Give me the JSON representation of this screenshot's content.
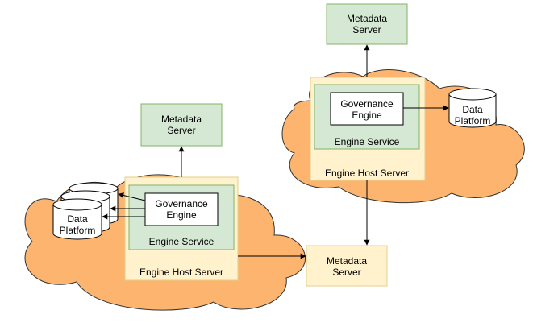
{
  "colors": {
    "cloud_fill": "#fdb46e",
    "cloud_stroke": "#333333",
    "host_fill": "#fff2cc",
    "host_stroke": "#e3cf8a",
    "service_fill": "#d5e8d4",
    "service_stroke": "#82b366",
    "metadata_green_fill": "#d5e8d4",
    "metadata_green_stroke": "#82b366",
    "metadata_yellow_fill": "#fff2cc",
    "metadata_yellow_stroke": "#e6cf8c",
    "engine_fill": "#ffffff",
    "line": "#000000"
  },
  "left": {
    "metadata_server": [
      "Metadata",
      "Server"
    ],
    "host_label": "Engine Host Server",
    "service_label": "Engine Service",
    "engine": [
      "Governance",
      "Engine"
    ],
    "data_platform": [
      "Data",
      "Platform"
    ]
  },
  "right": {
    "metadata_server": [
      "Metadata",
      "Server"
    ],
    "host_label": "Engine Host Server",
    "service_label": "Engine Service",
    "engine": [
      "Governance",
      "Engine"
    ],
    "data_platform": [
      "Data",
      "Platform"
    ]
  },
  "shared_metadata_server": [
    "Metadata",
    "Server"
  ]
}
